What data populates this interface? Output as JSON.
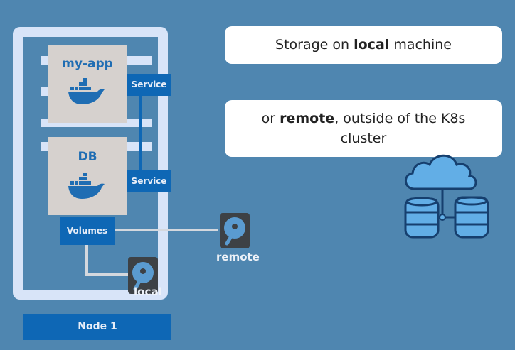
{
  "diagram": {
    "node": {
      "label": "Node 1"
    },
    "pods": [
      {
        "title": "my-app",
        "icon": "docker-whale-icon"
      },
      {
        "title": "DB",
        "icon": "docker-whale-icon"
      }
    ],
    "services": [
      {
        "label": "Service"
      },
      {
        "label": "Service"
      }
    ],
    "volumes": {
      "label": "Volumes"
    },
    "disks": {
      "local": {
        "label": "local",
        "icon": "hard-disk-icon"
      },
      "remote": {
        "label": "remote",
        "icon": "hard-disk-icon"
      }
    },
    "captions": {
      "local": {
        "pre": "Storage on ",
        "bold": "local",
        "post": " machine"
      },
      "remote": {
        "pre": "or ",
        "bold": "remote",
        "post": ", outside of the K8s cluster"
      }
    },
    "cloud_storage": {
      "icon": "cloud-database-icon"
    },
    "colors": {
      "background": "#4f86b0",
      "frame": "#d8e4f8",
      "accent_blue": "#0e67b5",
      "pod_grey": "#d6d1ce",
      "disk_dark": "#3d4145"
    }
  }
}
